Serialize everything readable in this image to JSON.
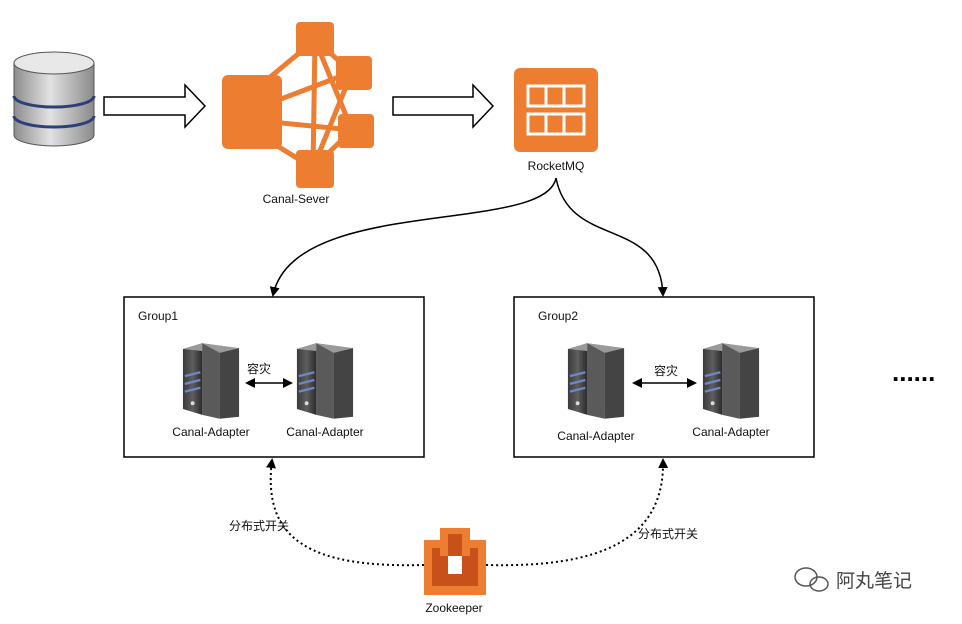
{
  "source": {
    "icon": "database-icon"
  },
  "canal_server": {
    "label": "Canal-Sever",
    "icon": "canal-server-icon"
  },
  "mq": {
    "label": "RocketMQ",
    "icon": "rocketmq-icon"
  },
  "groups": [
    {
      "label": "Group1",
      "failover_label": "容灾",
      "adapters": [
        {
          "label": "Canal-Adapter"
        },
        {
          "label": "Canal-Adapter"
        }
      ]
    },
    {
      "label": "Group2",
      "failover_label": "容灾",
      "adapters": [
        {
          "label": "Canal-Adapter"
        },
        {
          "label": "Canal-Adapter"
        }
      ]
    }
  ],
  "more": {
    "label": "......"
  },
  "zookeeper": {
    "label": "Zookeeper",
    "icon": "zookeeper-icon"
  },
  "switch_labels": [
    "分布式开关",
    "分布式开关"
  ],
  "watermark": {
    "text": "阿丸笔记",
    "icon": "wechat-icon"
  },
  "colors": {
    "aws_orange": "#ED7D31",
    "aws_orange_dark": "#C8511B",
    "line": "#000000"
  }
}
